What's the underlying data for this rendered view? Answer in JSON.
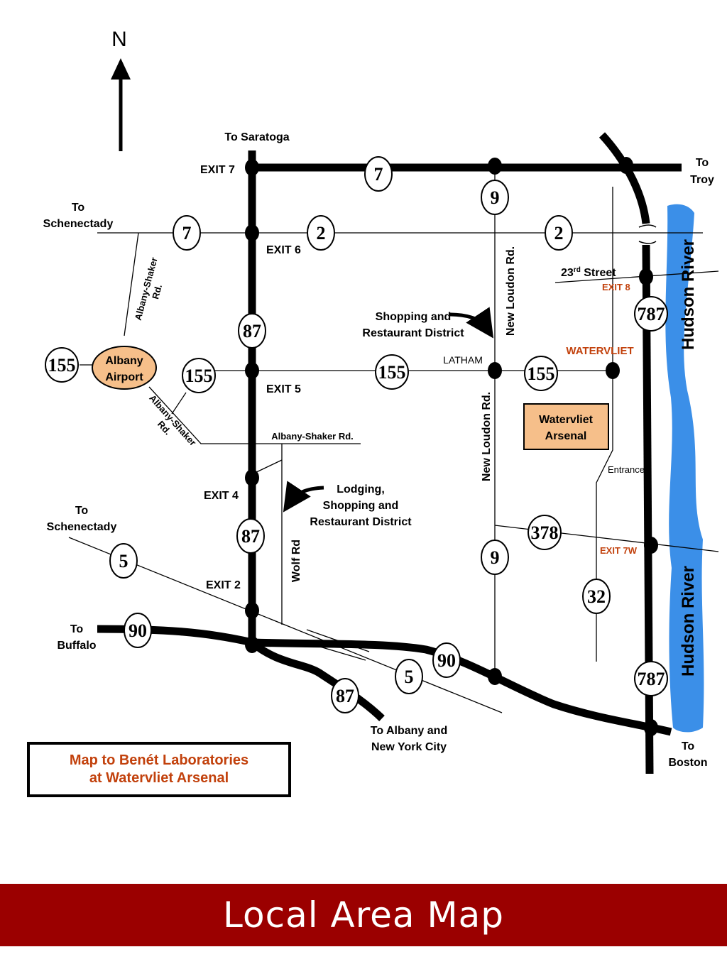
{
  "compass": {
    "north": "N"
  },
  "directions": {
    "saratoga": "To Saratoga",
    "troy": [
      "To",
      "Troy"
    ],
    "schenectady_north": [
      "To",
      "Schenectady"
    ],
    "schenectady_south": [
      "To",
      "Schenectady"
    ],
    "buffalo": [
      "To",
      "Buffalo"
    ],
    "albany_nyc": [
      "To Albany and",
      "New York City"
    ],
    "boston": [
      "To",
      "Boston"
    ]
  },
  "exits": {
    "exit7": "EXIT 7",
    "exit6": "EXIT 6",
    "exit5": "EXIT 5",
    "exit4": "EXIT 4",
    "exit2": "EXIT 2",
    "exit8": "EXIT 8",
    "exit7w": "EXIT 7W"
  },
  "routes": {
    "r7_top": "7",
    "r9_top": "9",
    "r7_left": "7",
    "r2_left": "2",
    "r2_right": "2",
    "r87_a": "87",
    "r787_a": "787",
    "r155_left": "155",
    "r155_b": "155",
    "r155_c": "155",
    "r155_d": "155",
    "r87_b": "87",
    "r378": "378",
    "r9_bottom": "9",
    "r5_left": "5",
    "r32": "32",
    "r90_left": "90",
    "r90_mid": "90",
    "r5_bottom": "5",
    "r87_c": "87",
    "r787_b": "787"
  },
  "roads": {
    "albany_shaker_1": [
      "Albany-Shaker",
      "Rd."
    ],
    "albany_shaker_2": [
      "Albany-Shaker",
      "Rd."
    ],
    "albany_shaker_3": "Albany-Shaker Rd.",
    "new_loudon_1": "New Loudon Rd.",
    "new_loudon_2": "New Loudon Rd.",
    "wolf_rd": "Wolf Rd",
    "street_23": "23",
    "street_23_sup": "rd",
    "street_23_suffix": " Street"
  },
  "places": {
    "airport": [
      "Albany",
      "Airport"
    ],
    "latham": "LATHAM",
    "watervliet": "WATERVLIET",
    "arsenal": [
      "Watervliet",
      "Arsenal"
    ],
    "entrance": "Entrance",
    "shopping": [
      "Shopping and",
      "Restaurant District"
    ],
    "lodging": [
      "Lodging,",
      "Shopping and",
      "Restaurant District"
    ],
    "river_top": "Hudson River",
    "river_bottom": "Hudson River"
  },
  "caption": [
    "Map to Benét Laboratories",
    "at Watervliet Arsenal"
  ],
  "banner": {
    "title": "Local Area Map"
  },
  "colors": {
    "river": "#3b8fe8",
    "airport_fill": "#f6bf8a",
    "arsenal_fill": "#f6bf8a",
    "accent_text": "#c2410c",
    "banner": "#9b0000"
  }
}
